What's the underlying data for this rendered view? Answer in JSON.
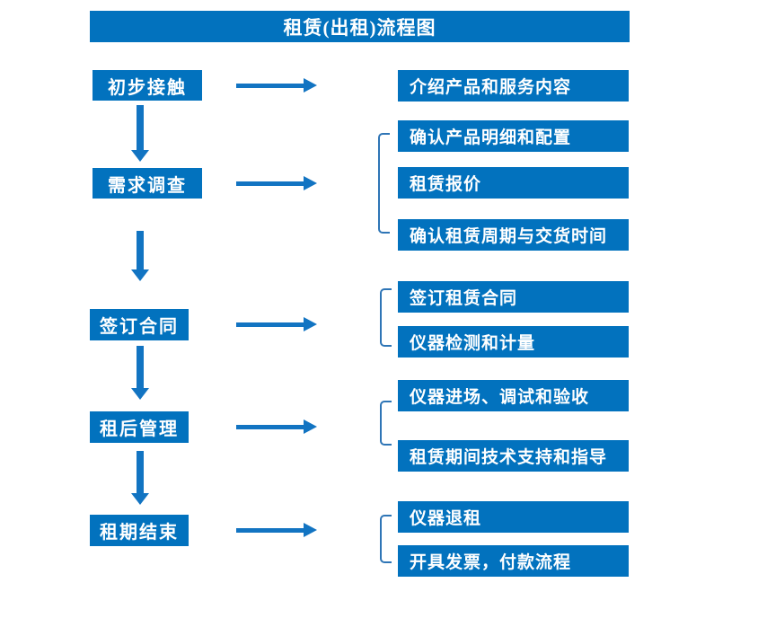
{
  "title": "租赁(出租)流程图",
  "colors": {
    "primary_blue": "#0272BE",
    "arrow_blue": "#1274C2",
    "bracket_blue": "#2E75B6",
    "text_white": "#FFFFFF",
    "background": "#FFFFFF"
  },
  "stages": [
    {
      "label": "初步接触",
      "outputs": [
        "介绍产品和服务内容"
      ]
    },
    {
      "label": "需求调查",
      "outputs": [
        "确认产品明细和配置",
        "租赁报价",
        "确认租赁周期与交货时间"
      ]
    },
    {
      "label": "签订合同",
      "outputs": [
        "签订租赁合同",
        "仪器检测和计量"
      ]
    },
    {
      "label": "租后管理",
      "outputs": [
        "仪器进场、调试和验收",
        "租赁期间技术支持和指导"
      ]
    },
    {
      "label": "租期结束",
      "outputs": [
        "仪器退租",
        "开具发票，付款流程"
      ]
    }
  ]
}
